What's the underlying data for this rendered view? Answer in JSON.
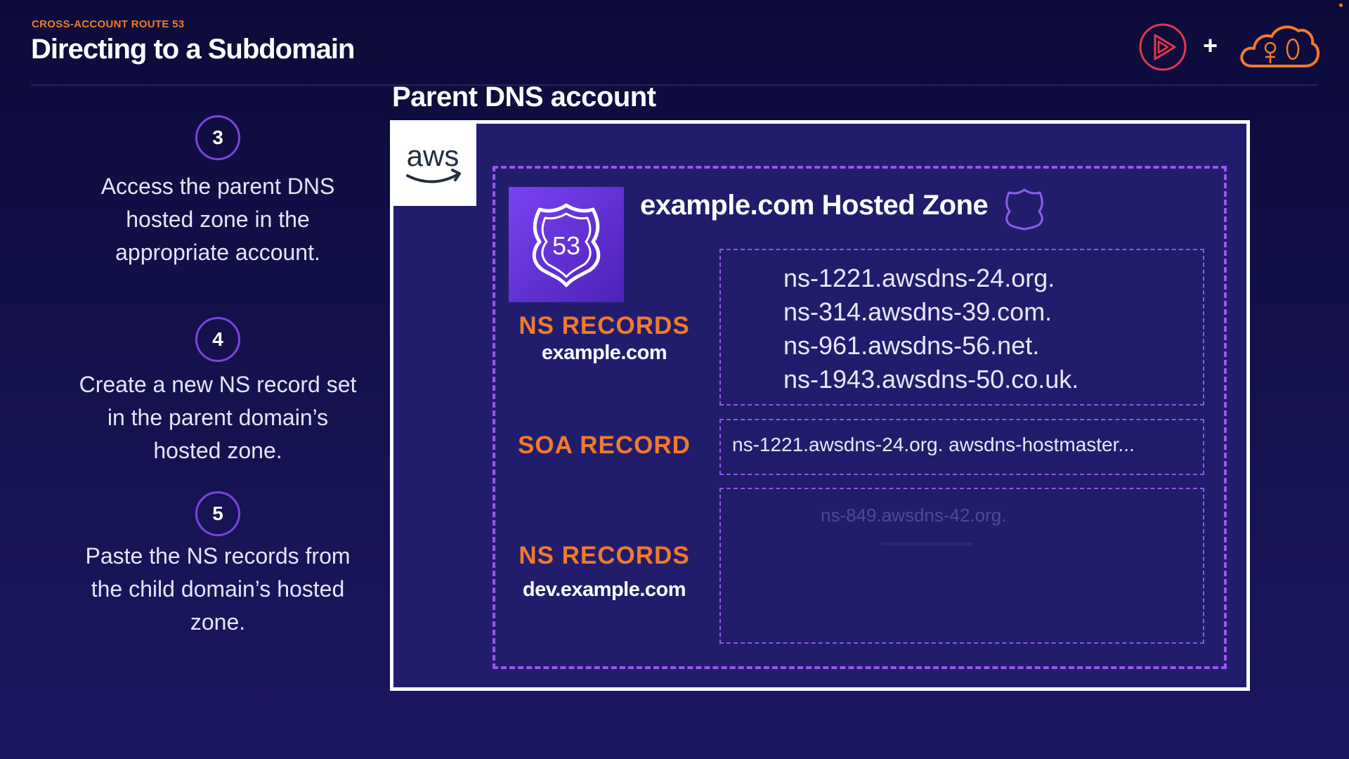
{
  "header": {
    "eyebrow": "CROSS-ACCOUNT ROUTE 53",
    "title": "Directing to a Subdomain",
    "plus_sign": "+",
    "logos": [
      "pluralsight-play-icon",
      "acloud-guru-cloud-icon"
    ]
  },
  "steps": [
    {
      "number": "3",
      "text": "Access the parent DNS hosted zone in the appropriate account."
    },
    {
      "number": "4",
      "text": "Create a new NS record set in the parent domain’s hosted zone."
    },
    {
      "number": "5",
      "text": "Paste the NS records from the child domain’s hosted zone."
    }
  ],
  "account": {
    "title": "Parent DNS account",
    "aws_logo_text": "aws",
    "route53_number": "53",
    "zone_title": "example.com Hosted Zone",
    "records": {
      "ns_parent": {
        "label": "NS RECORDS",
        "domain": "example.com",
        "values": [
          "ns-1221.awsdns-24.org.",
          "ns-314.awsdns-39.com.",
          "ns-961.awsdns-56.net.",
          "ns-1943.awsdns-50.co.uk."
        ]
      },
      "soa": {
        "label": "SOA RECORD",
        "value": "ns-1221.awsdns-24.org. awsdns-hostmaster..."
      },
      "ns_child": {
        "label": "NS RECORDS",
        "domain": "dev.example.com",
        "faded_value": "ns-849.awsdns-42.org."
      }
    }
  },
  "colors": {
    "background": "#15124f",
    "accent_orange": "#f07a2d",
    "accent_purple": "#9a55f0",
    "box_fill": "#211d6c"
  }
}
